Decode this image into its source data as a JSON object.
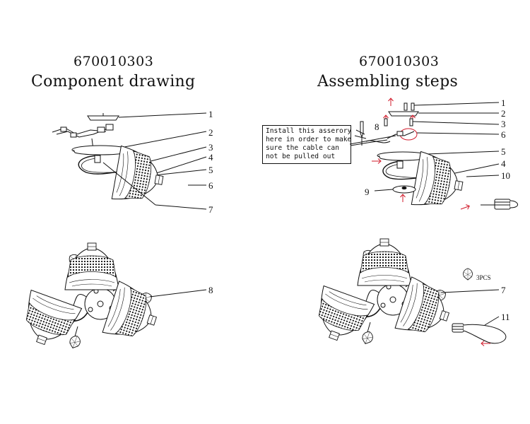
{
  "left": {
    "model": "670010303",
    "title": "Component drawing",
    "callouts": [
      "1",
      "2",
      "3",
      "4",
      "5",
      "6",
      "7",
      "8"
    ]
  },
  "right": {
    "model": "670010303",
    "title": "Assembling steps",
    "note_lines": [
      "Install this asserory",
      "here in order to make",
      "sure the cable can",
      "not be pulled out"
    ],
    "callouts": [
      "1",
      "2",
      "3",
      "8",
      "6",
      "5",
      "4",
      "10",
      "9",
      "7",
      "11"
    ],
    "crystal_qty": "3PCS"
  },
  "colors": {
    "line": "#111111",
    "arrow": "#d11a2a"
  }
}
